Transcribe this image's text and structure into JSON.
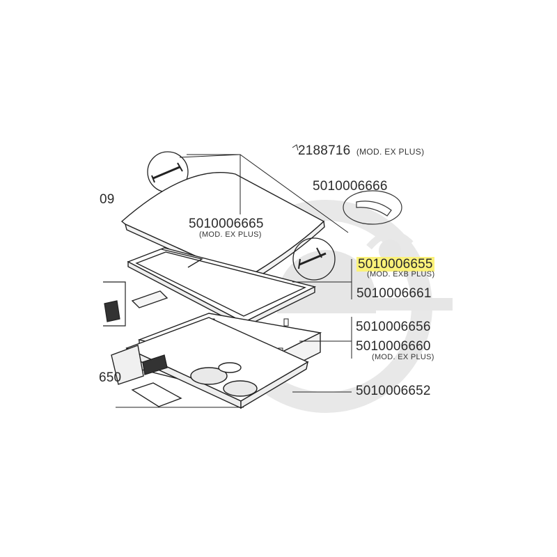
{
  "watermark": {
    "color": "#e6e6e6"
  },
  "highlight": {
    "color": "#fbf27a"
  },
  "top_partial": {
    "code": "2188716",
    "note": "(MOD. EX PLUS)"
  },
  "left_partial": {
    "top": "09",
    "bottom": "650"
  },
  "parts": {
    "p6666": {
      "code": "5010006666"
    },
    "p6665": {
      "code": "5010006665",
      "note": "(MOD. EX PLUS)"
    },
    "p6655": {
      "code": "5010006655",
      "note": "(MOD. EXB PLUS)"
    },
    "p6661": {
      "code": "5010006661"
    },
    "p6656": {
      "code": "5010006656"
    },
    "p6660": {
      "code": "5010006660",
      "note": "(MOD. EX PLUS)"
    },
    "p6652": {
      "code": "5010006652"
    }
  }
}
